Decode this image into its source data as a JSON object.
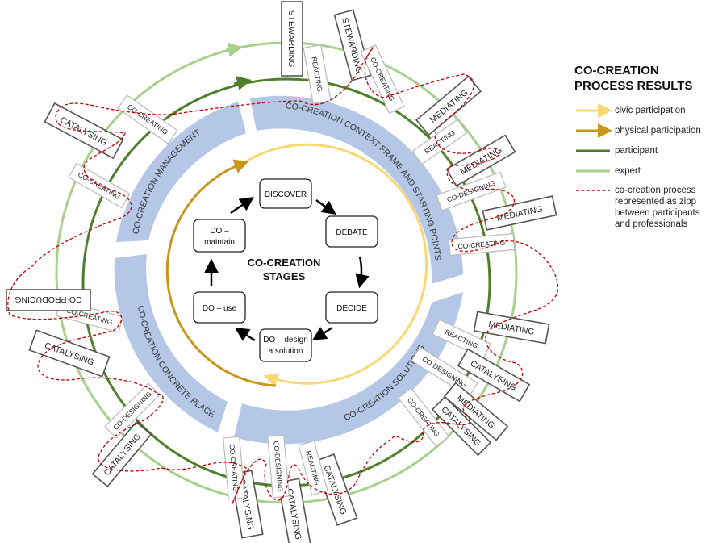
{
  "center": {
    "title_line1": "CO-CREATION",
    "title_line2": "STAGES"
  },
  "stages": {
    "discover": "DISCOVER",
    "debate": "DEBATE",
    "decide": "DECIDE",
    "design_line1": "DO – design",
    "design_line2": "a solution",
    "use": "DO – use",
    "maintain_line1": "DO –",
    "maintain_line2": "maintain"
  },
  "phases": {
    "context": "CO-CREATION CONTEXT FRAME AND STARTING POINTS",
    "solutions": "CO-CREATION SOLUTIONS",
    "place": "CO-CREATION CONCRETE PLACE",
    "management": "CO-CREATION MANAGEMENT"
  },
  "outer_labels": {
    "stewarding": "STEWARDING",
    "reacting": "REACTING",
    "co_creating": "CO-CREATING",
    "mediating": "MEDIATING",
    "co_designing": "CO-DESIGNING",
    "catalysing": "CATALYSING",
    "co_producing": "CO-PRODUCING"
  },
  "legend": {
    "title_line1": "CO-CREATION",
    "title_line2": "PROCESS RESULTS",
    "items": [
      {
        "label": "civic participation",
        "color": "#f7d873"
      },
      {
        "label": "physical participation",
        "color": "#c9961a"
      },
      {
        "label": "participant",
        "color": "#4f7f2c"
      },
      {
        "label": "expert",
        "color": "#a8d08d"
      },
      {
        "label": "co-creation process represented as zipp between participants and professionals",
        "color": "#c00000"
      }
    ]
  },
  "colors": {
    "phase_fill": "#b4c7e7",
    "expert_ring": "#a8d08d",
    "participant_ring": "#4f7f2c",
    "civic_ring": "#f7d873",
    "physical_ring": "#c9961a",
    "zip_line": "#c00000"
  }
}
